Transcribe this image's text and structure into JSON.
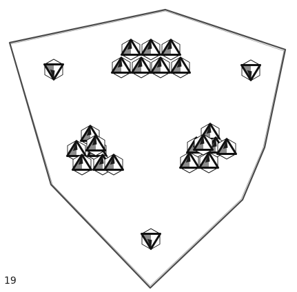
{
  "figure_number": "19",
  "colors": {
    "outline": "#4a4a4a",
    "octahedron_edge": "#111111",
    "octahedron_fill": "#ffffff",
    "octahedron_shade": "#8c8c8c",
    "octahedron_dark": "#1c1c1c",
    "background": "#ffffff"
  },
  "clusters": [
    {
      "name": "top-left-single",
      "count": 1
    },
    {
      "name": "top-center-group",
      "count": 7
    },
    {
      "name": "top-right-single",
      "count": 1
    },
    {
      "name": "middle-left-group",
      "count": 7
    },
    {
      "name": "middle-right-group",
      "count": 7
    },
    {
      "name": "bottom-single",
      "count": 1
    }
  ]
}
